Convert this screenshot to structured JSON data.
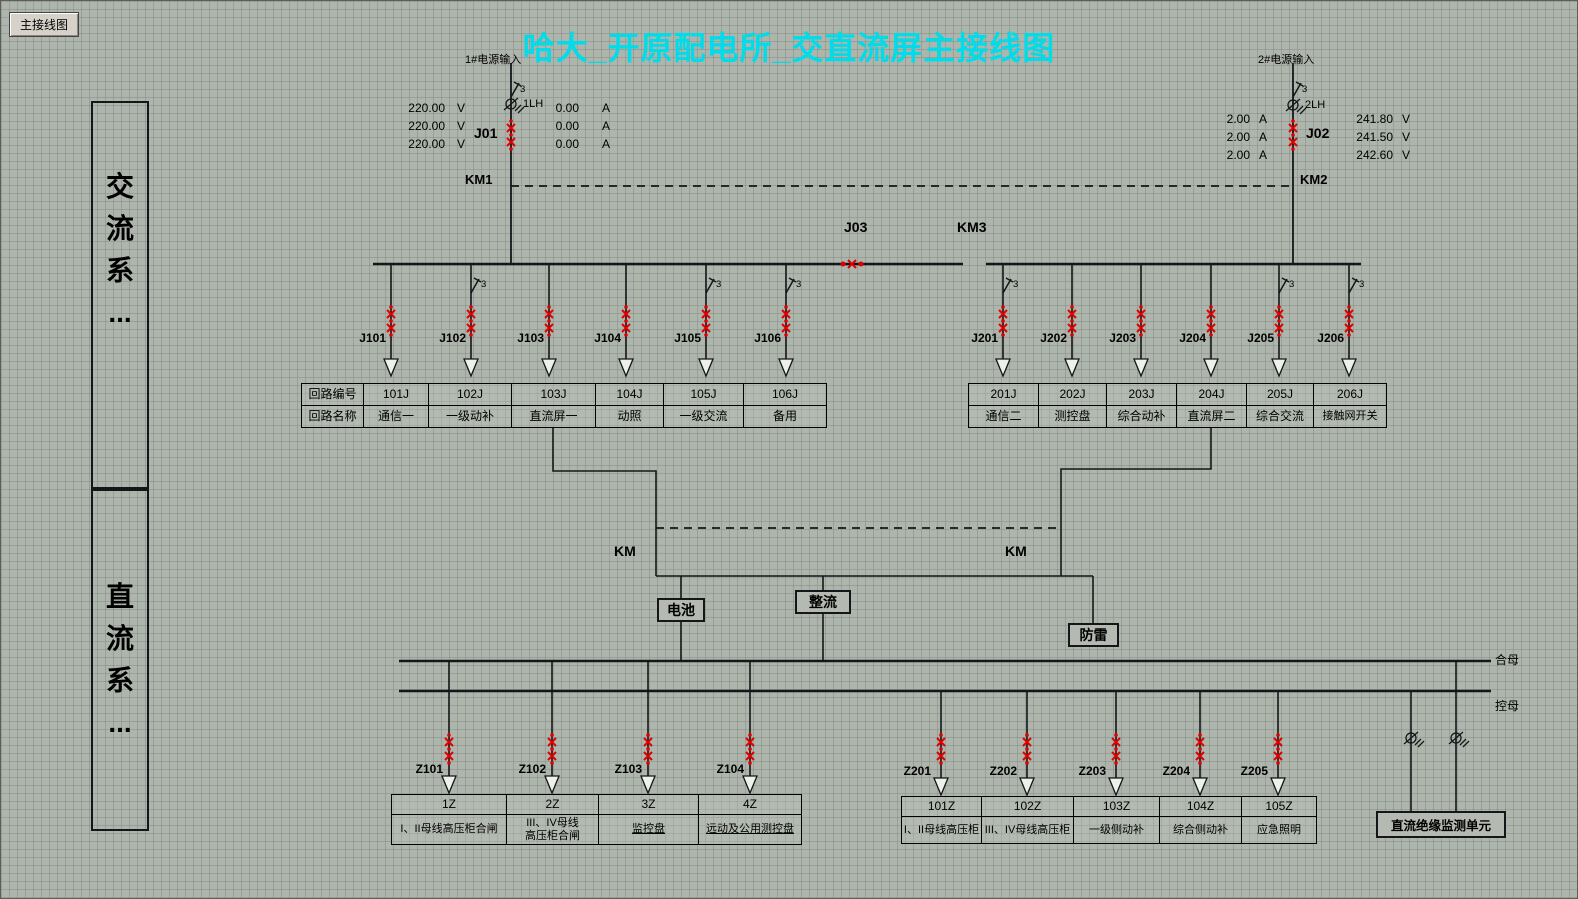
{
  "tab_label": "主接线图",
  "title": "哈大_开原配电所_交直流屏主接线图",
  "side_panels": {
    "ac": "交\n流\n系\n...",
    "dc": "直\n流\n系\n..."
  },
  "phase": "3",
  "units": {
    "volt": "V",
    "amp": "A"
  },
  "source1": {
    "name": "1#电源输入",
    "ct": "1LH",
    "breaker": "J01",
    "contactor": "KM1",
    "volts": [
      "220.00",
      "220.00",
      "220.00"
    ],
    "amps": [
      "0.00",
      "0.00",
      "0.00"
    ]
  },
  "source2": {
    "name": "2#电源输入",
    "ct": "2LH",
    "breaker": "J02",
    "contactor": "KM2",
    "amps": [
      "2.00",
      "2.00",
      "2.00"
    ],
    "volts": [
      "241.80",
      "241.50",
      "242.60"
    ]
  },
  "tie": {
    "breaker": "J03",
    "contactor": "KM3"
  },
  "ac_left": {
    "feeders": [
      "J101",
      "J102",
      "J103",
      "J104",
      "J105",
      "J106"
    ],
    "table": {
      "code_header": "回路编号",
      "name_header": "回路名称",
      "codes": [
        "101J",
        "102J",
        "103J",
        "104J",
        "105J",
        "106J"
      ],
      "names": [
        "通信一",
        "一级动补",
        "直流屏一",
        "动照",
        "一级交流",
        "备用"
      ]
    }
  },
  "ac_right": {
    "feeders": [
      "J201",
      "J202",
      "J203",
      "J204",
      "J205",
      "J206"
    ],
    "table": {
      "codes": [
        "201J",
        "202J",
        "203J",
        "204J",
        "205J",
        "206J"
      ],
      "names": [
        "通信二",
        "测控盘",
        "综合动补",
        "直流屏二",
        "综合交流",
        "接触网开关"
      ]
    }
  },
  "dc_link": {
    "km_left": "KM",
    "km_right": "KM",
    "battery": "电池",
    "rectifier": "整流",
    "arrester": "防雷"
  },
  "dc_buses": {
    "closing_bus": "合母",
    "control_bus": "控母"
  },
  "dc_left": {
    "feeders": [
      "Z101",
      "Z102",
      "Z103",
      "Z104"
    ],
    "table": {
      "codes": [
        "1Z",
        "2Z",
        "3Z",
        "4Z"
      ],
      "names": [
        "I、II母线高压柜合闸",
        "III、IV母线\n高压柜合闸",
        "监控盘",
        "远动及公用测控盘"
      ]
    }
  },
  "dc_right": {
    "feeders": [
      "Z201",
      "Z202",
      "Z203",
      "Z204",
      "Z205"
    ],
    "table": {
      "codes": [
        "101Z",
        "102Z",
        "103Z",
        "104Z",
        "105Z"
      ],
      "names": [
        "I、II母线高压柜",
        "III、IV母线高压柜",
        "一级侧动补",
        "综合侧动补",
        "应急照明"
      ]
    }
  },
  "monitor_unit": "直流绝缘监测单元"
}
